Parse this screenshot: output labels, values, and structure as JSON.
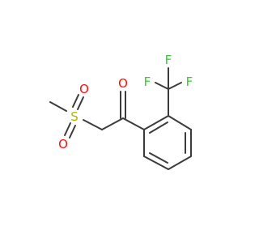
{
  "structure": {
    "kind": "chemical-structure",
    "atoms": [
      {
        "id": "a-o-carbonyl",
        "label": "O",
        "element": "O",
        "color": "#ff0d0d"
      },
      {
        "id": "a-s",
        "label": "S",
        "element": "S",
        "color": "#b2b200"
      },
      {
        "id": "a-o-s1",
        "label": "O",
        "element": "O",
        "color": "#ff0d0d"
      },
      {
        "id": "a-o-s2",
        "label": "O",
        "element": "O",
        "color": "#ff0d0d"
      },
      {
        "id": "a-f1",
        "label": "F",
        "element": "F",
        "color": "#33cc33"
      },
      {
        "id": "a-f2",
        "label": "F",
        "element": "F",
        "color": "#33cc33"
      },
      {
        "id": "a-f3",
        "label": "F",
        "element": "F",
        "color": "#33cc33"
      }
    ],
    "bond_color": "#3b3b3b"
  }
}
